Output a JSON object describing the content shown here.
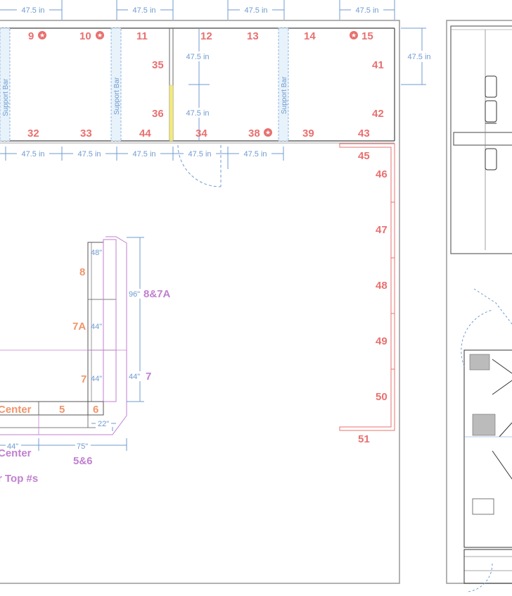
{
  "dims": {
    "bay": "47.5 in",
    "depth": "47.5 in",
    "d48": "48\"",
    "d44": "44\"",
    "d96": "96\"",
    "d22": "22\"",
    "d75": "75\""
  },
  "support_bar": "Support Bar",
  "top_positions": [
    "9",
    "10",
    "11",
    "12",
    "13",
    "14",
    "15"
  ],
  "bottom_positions": [
    "32",
    "33",
    "44",
    "34",
    "38",
    "39",
    "43"
  ],
  "inner_positions": [
    "35",
    "36",
    "41",
    "42"
  ],
  "right_wall_positions": [
    "45",
    "46",
    "47",
    "48",
    "49",
    "50",
    "51"
  ],
  "unit_labels": {
    "u8": "8",
    "u7a": "7A",
    "u7": "7",
    "u5": "5",
    "u6": "6",
    "center": "Center",
    "p8_7a": "8&7A",
    "p7": "7",
    "p5_6": "5&6",
    "p_center": "Center",
    "top_nums": "r Top #s"
  },
  "colors": {
    "red": "#e8706f",
    "orange": "#f0956a",
    "purple": "#c07fd0",
    "blue": "#6f9bd1",
    "yellow": "#f3ea7a"
  }
}
